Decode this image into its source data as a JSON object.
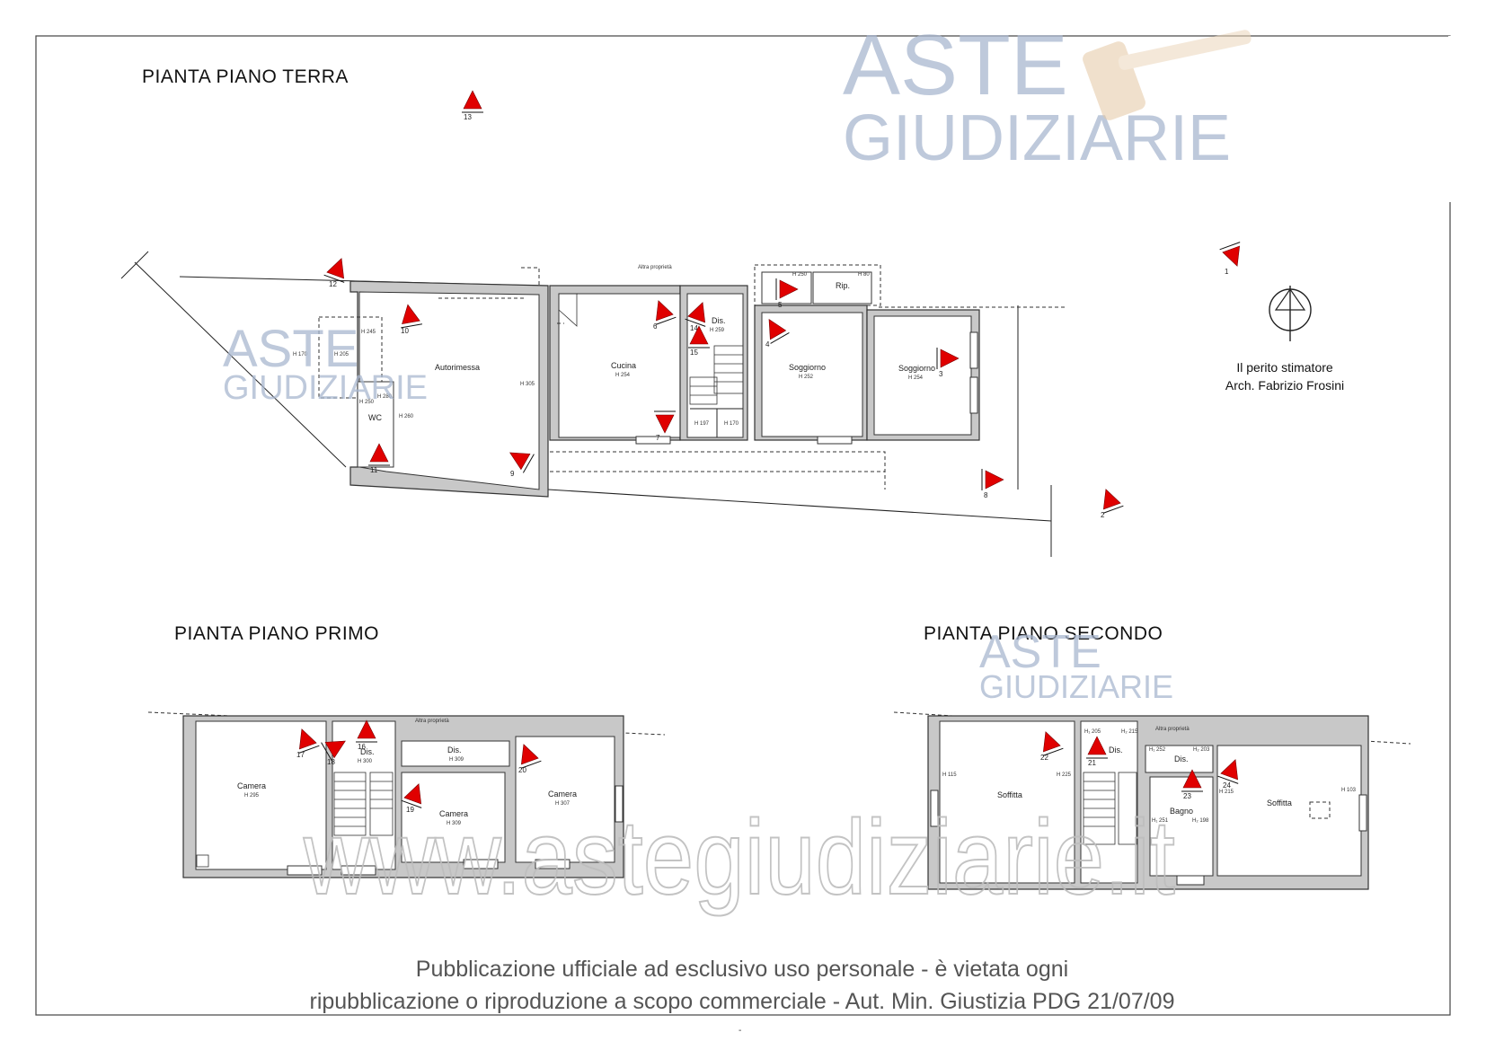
{
  "titles": {
    "ground": "PIANTA PIANO TERRA",
    "first": "PIANTA PIANO PRIMO",
    "second": "PIANTA PIANO SECONDO"
  },
  "watermark": {
    "line1": "ASTE",
    "line2": "GIUDIZIARIE",
    "url": "www.astegiudiziarie.it"
  },
  "expert": {
    "role": "Il perito stimatore",
    "name": "Arch. Fabrizio Frosini"
  },
  "footer": {
    "line1": "Pubblicazione ufficiale ad esclusivo uso personale - è vietata ogni",
    "line2": "ripubblicazione o riproduzione a scopo commerciale - Aut. Min. Giustizia PDG 21/07/09"
  },
  "ground": {
    "altra": "Altra proprietà",
    "rooms": {
      "autorimessa": "Autorimessa",
      "wc": "WC",
      "cucina": "Cucina",
      "cucina_h": "H 254",
      "dis": "Dis.",
      "dis_h": "H 259",
      "rip": "Rip.",
      "soggiorno1": "Soggiorno",
      "soggiorno1_h": "H 252",
      "soggiorno2": "Soggiorno",
      "soggiorno2_h": "H 254"
    },
    "heights": {
      "h245": "H 245",
      "h170a": "H 170",
      "h205": "H 205",
      "h280": "H 280",
      "h250a": "H 250",
      "h260": "H 260",
      "h305": "H 305",
      "h250b": "H 250",
      "h80": "H 80",
      "h197": "H 197",
      "h170b": "H 170"
    }
  },
  "first": {
    "altra": "Altra proprietà",
    "rooms": {
      "camera1": "Camera",
      "camera1_h": "H 295",
      "dis1": "Dis.",
      "dis1_h": "H 300",
      "dis2": "Dis.",
      "dis2_h": "H 309",
      "camera2": "Camera",
      "camera2_h": "H 309",
      "camera3": "Camera",
      "camera3_h": "H 307"
    }
  },
  "second": {
    "altra": "Altra proprietà",
    "rooms": {
      "soffitta1": "Soffitta",
      "dis1": "Dis.",
      "dis2": "Dis.",
      "bagno": "Bagno",
      "soffitta2": "Soffitta"
    },
    "heights": {
      "h115": "H 115",
      "h225": "H 225",
      "h205": "H₁ 205",
      "h215a": "H₂ 215",
      "h252": "H₁ 252",
      "h203": "H₂ 203",
      "h215b": "H 215",
      "h251": "H₁ 251",
      "h198": "H₂ 198",
      "h103": "H 103"
    }
  },
  "markers": [
    "1",
    "2",
    "3",
    "4",
    "5",
    "6",
    "7",
    "8",
    "9",
    "10",
    "11",
    "12",
    "13",
    "14",
    "15",
    "16",
    "17",
    "18",
    "19",
    "20",
    "21",
    "22",
    "23",
    "24"
  ],
  "colors": {
    "marker": "#e00000",
    "wall": "#c8c8c8",
    "watermark": "#a9b7cf"
  }
}
